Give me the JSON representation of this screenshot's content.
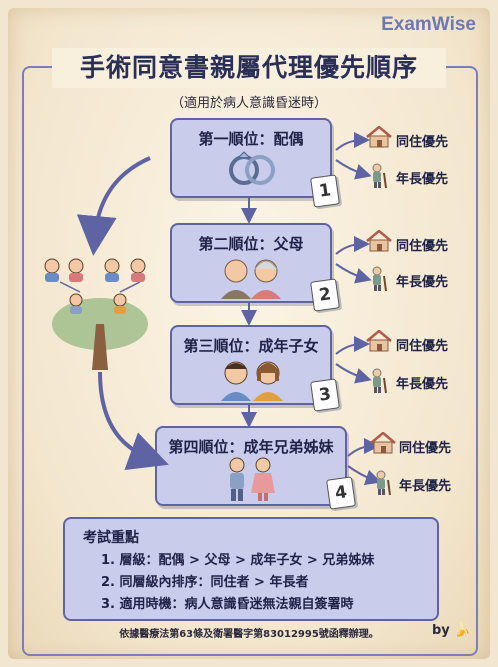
{
  "brand": "ExamWise",
  "title": "手術同意書親屬代理優先順序",
  "subtitle": "（適用於病人意識昏迷時）",
  "levels": [
    {
      "label": "第一順位：配偶",
      "number": "1",
      "pref_cohabit": "同住優先",
      "pref_elder": "年長優先"
    },
    {
      "label": "第二順位：父母",
      "number": "2",
      "pref_cohabit": "同住優先",
      "pref_elder": "年長優先"
    },
    {
      "label": "第三順位：成年子女",
      "number": "3",
      "pref_cohabit": "同住優先",
      "pref_elder": "年長優先"
    },
    {
      "label": "第四順位：成年兄弟姊妹",
      "number": "4",
      "pref_cohabit": "同住優先",
      "pref_elder": "年長優先"
    }
  ],
  "exam": {
    "heading": "考試重點",
    "points": [
      "1. 層級：配偶 > 父母 > 成年子女 > 兄弟姊妹",
      "2. 同層級內排序：同住者 > 年長者",
      "3. 適用時機：病人意識昏迷無法親自簽署時"
    ]
  },
  "footnote": "依據醫療法第63條及衛署醫字第83012995號函釋辦理。",
  "signature": "by",
  "colors": {
    "panel": "#c9cdeb",
    "border": "#5e64a3",
    "brand": "#6e79b3",
    "paper": "#f2e6d1"
  }
}
